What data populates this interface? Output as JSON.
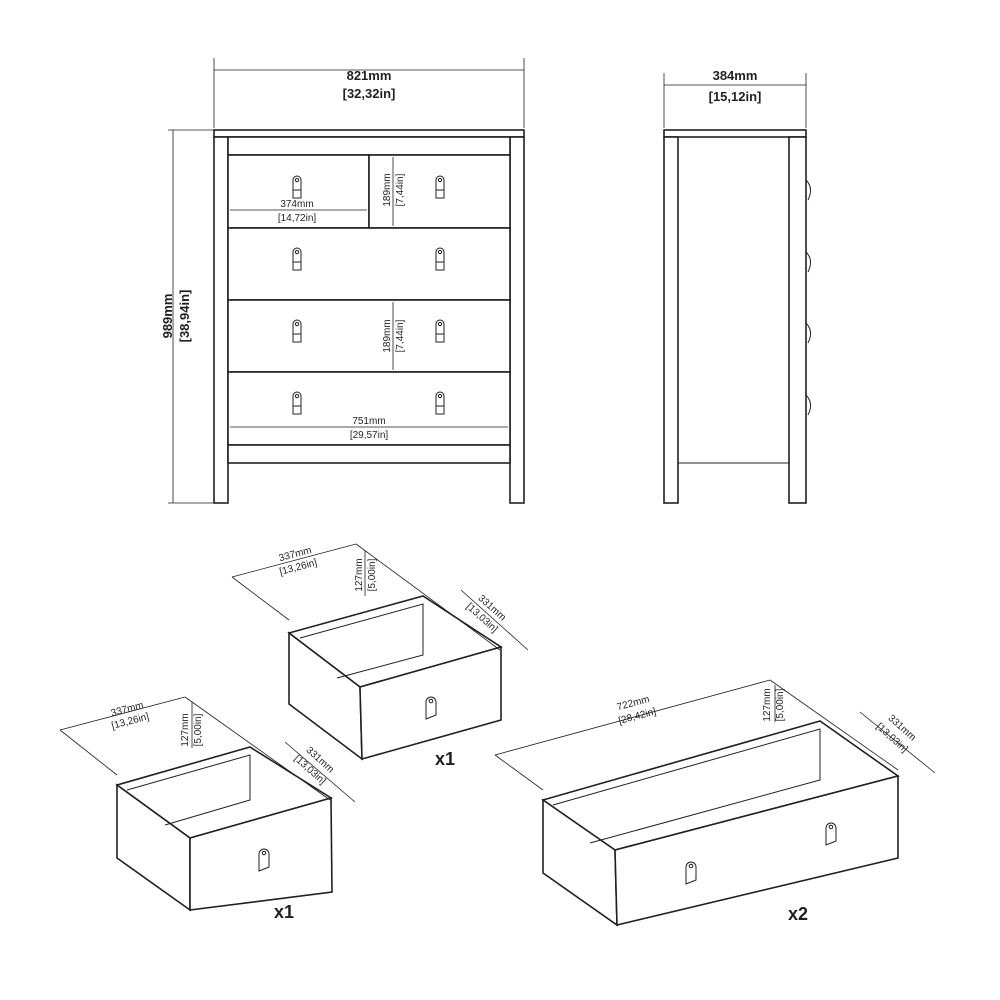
{
  "front_view": {
    "width_mm": "821mm",
    "width_in": "[32,32in]",
    "height_mm": "989mm",
    "height_in": "[38,94in]",
    "small_drawer_width_mm": "374mm",
    "small_drawer_width_in": "[14,72in]",
    "drawer_height_top_mm": "189mm",
    "drawer_height_top_in": "[7,44in]",
    "drawer_height_mid_mm": "189mm",
    "drawer_height_mid_in": "[7,44in]",
    "inner_width_mm": "751mm",
    "inner_width_in": "[29,57in]"
  },
  "side_view": {
    "depth_mm": "384mm",
    "depth_in": "[15,12in]"
  },
  "drawers": [
    {
      "width_mm": "337mm",
      "width_in": "[13,26in]",
      "height_mm": "127mm",
      "height_in": "[5,00in]",
      "depth_mm": "331mm",
      "depth_in": "[13,03in]",
      "quantity": "x1"
    },
    {
      "width_mm": "337mm",
      "width_in": "[13,26in]",
      "height_mm": "127mm",
      "height_in": "[5,00in]",
      "depth_mm": "331mm",
      "depth_in": "[13,03in]",
      "quantity": "x1"
    },
    {
      "width_mm": "722mm",
      "width_in": "[28,42in]",
      "height_mm": "127mm",
      "height_in": "[5,00in]",
      "depth_mm": "331mm",
      "depth_in": "[13,03in]",
      "quantity": "x2"
    }
  ]
}
